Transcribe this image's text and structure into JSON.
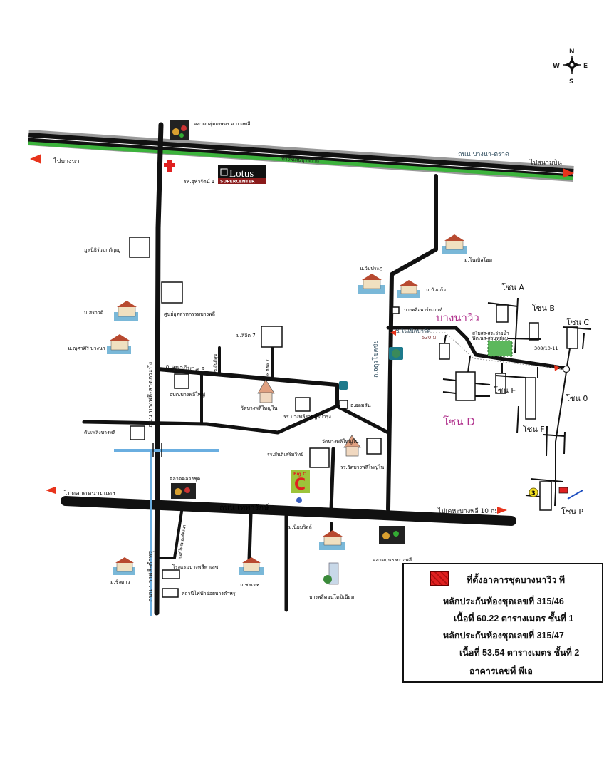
{
  "compass": {
    "n": "N",
    "e": "E",
    "s": "S",
    "w": "W"
  },
  "highway": {
    "name": "ถนน บางนา-ตราด",
    "elevated": "ทางพิเศษบูรพาวิถี",
    "to_west": "ไปบางนา",
    "to_east": "ไปสนามบิน"
  },
  "main_road": {
    "name": "ถนน เทพารักษ์",
    "to_west": "ไปตลาดหนามแดง",
    "to_east": "ไปเคหะบางพลี 10 กม."
  },
  "roads": {
    "bangphli_latkrabang": "ถนน บางพลี-ลาดกระบัง",
    "bangphli_tamru": "ถนน บางพลี-ตำหรุ",
    "sukhaphiban3": "ถ.สุขาภิบาล 3",
    "soi_santisuk": "ซ.สันติสุข",
    "soi_lilit7": "ซ.ลิลิต 7",
    "chaturachokchai": "ถ.จตุรโชคชัย",
    "soi_noble_park": "ซ.โนเบิลปาร์ค",
    "soi_saithong": "ซอยไทรทองพัฒนา"
  },
  "places": {
    "market_kaset": "ตลาดกลุ่มเกษตร อ.บางพลี",
    "hospital": "รพ.จุฬารัตน์ 1",
    "lotus": "Lotus",
    "lotus_sub": "SUPERCENTER",
    "foundation": "มูลนิธิร่วมกตัญญู",
    "industrial_center": "ศูนย์อุตสาหกรรมบางพลี",
    "m_sarawadee": "ม.สราวดี",
    "m_nusasiri": "ม.ณุศาศิริ บางนา",
    "m_lilit7": "ม.ลิลิต 7",
    "obt": "อบต.บางพลีใหญ่",
    "wat1": "วัดบางพลีใหญ่ใน",
    "school_rat": "รร.บางพลีราษฎร์บำรุง",
    "gsb": "ธ.ออมสิน",
    "fire": "ดับเพลิงบางพลี",
    "school_santi": "รร.สันติเสริมวิทย์",
    "wat2": "วัดบางพลีใหญ่ใน",
    "school_wat": "รร.วัดบางพลีใหญ่ใน",
    "bigc": "Big C",
    "market_klong": "ตลาดคลองชุด",
    "hotel": "โรงแรมบางพลีพาเลซ",
    "substation": "สถานีไฟฟ้าย่อยบางตำหรุ",
    "m_chingdao": "ม.ชิงดาว",
    "m_chonthep": "ม.ชลเทพ",
    "m_niyom": "ม.นิยมวิลล์",
    "condo": "บางพลีคอนโดมิเนียม",
    "market_kunthon": "ตลาดกุนธรบางพลี",
    "m_wim": "ม.วิมประภู",
    "m_buakaew": "ม.บัวแก้ว",
    "m_noble": "ม.โนเบิลโฮม",
    "apartment": "บางพลีอพาร์ทเมนท์",
    "project": "บางนาวิว",
    "distance": "530 ม.",
    "club": "สโมสร-สระว่ายน้ำ",
    "club2": "ฟิตเนส-สวนหย่อม",
    "address": "308/10-11",
    "marker3": "3"
  },
  "zones": {
    "a": "โซน A",
    "b": "โซน B",
    "c": "โซน C",
    "d": "โซน D",
    "e": "โซน E",
    "f": "โซน F",
    "o": "โซน 0",
    "p": "โซน P"
  },
  "legend": {
    "title": "ที่ตั้งอาคารชุดบางนาวิว พี",
    "line1": "หลักประกันห้องชุดเลขที่  315/46",
    "line2": "เนื้อที่ 60.22 ตารางเมตร  ชั้นที่ 1",
    "line3": "หลักประกันห้องชุดเลขที่  315/47",
    "line4": "เนื้อที่ 53.54 ตารางเมตร  ชั้นที่ 2",
    "line5": "อาคารเลขที่  พีเอ"
  },
  "colors": {
    "highway_green": "#3cb33c",
    "canal": "#6aaee0",
    "arrow": "#e8341c",
    "accent_magenta": "#b0308c"
  }
}
